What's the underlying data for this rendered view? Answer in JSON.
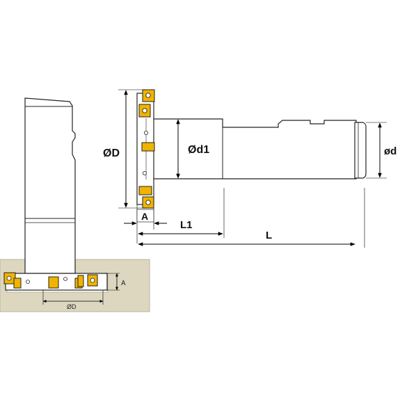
{
  "labels": {
    "D_main": "ØD",
    "d1": "Ød1",
    "d": "ød",
    "A_main": "A",
    "L1": "L1",
    "L": "L",
    "A_inset": "A",
    "D_inset": "ØD"
  },
  "colors": {
    "insert": "#f0b400",
    "material": "#ddd7c0",
    "outline": "#222222",
    "body": "#ffffff",
    "dim_line": "#000000"
  }
}
